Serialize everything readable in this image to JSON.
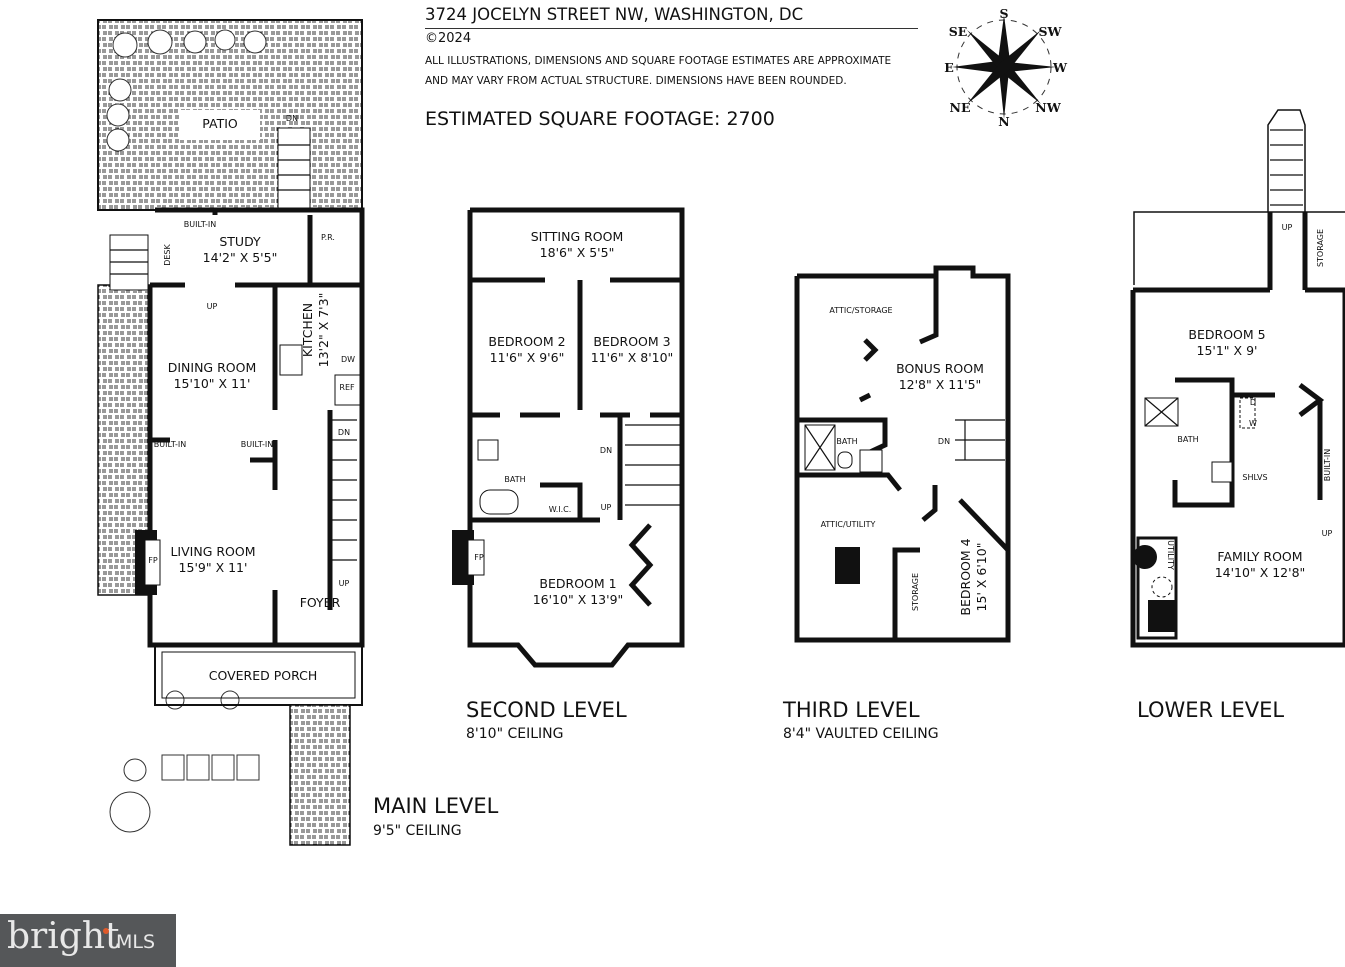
{
  "header": {
    "address": "3724 JOCELYN STREET NW, WASHINGTON, DC",
    "copyright": "©2024",
    "disclaimer_line1": "ALL ILLUSTRATIONS, DIMENSIONS AND SQUARE FOOTAGE ESTIMATES ARE APPROXIMATE",
    "disclaimer_line2": "AND MAY VARY FROM ACTUAL STRUCTURE. DIMENSIONS HAVE BEEN ROUNDED.",
    "square_footage": "ESTIMATED SQUARE FOOTAGE: 2700"
  },
  "compass": {
    "s": "S",
    "sw": "SW",
    "w": "W",
    "nw": "NW",
    "n": "N",
    "ne": "NE",
    "e": "E",
    "se": "SE"
  },
  "main_level": {
    "title": "MAIN LEVEL",
    "ceiling": "9'5\" CEILING",
    "patio": "PATIO",
    "study": "STUDY",
    "study_dim": "14'2\" X 5'5\"",
    "built_in": "BUILT-IN",
    "desk": "DESK",
    "pr": "P.R.",
    "dining": "DINING ROOM",
    "dining_dim": "15'10\" X 11'",
    "kitchen": "KITCHEN",
    "kitchen_dim": "13'2\" X 7'3\"",
    "dw": "DW",
    "ref": "REF",
    "living": "LIVING ROOM",
    "living_dim": "15'9\" X 11'",
    "fp": "FP",
    "foyer": "FOYER",
    "porch": "COVERED PORCH",
    "up": "UP",
    "dn": "DN"
  },
  "second_level": {
    "title": "SECOND LEVEL",
    "ceiling": "8'10\" CEILING",
    "sitting": "SITTING ROOM",
    "sitting_dim": "18'6\" X 5'5\"",
    "bed2": "BEDROOM 2",
    "bed2_dim": "11'6\" X 9'6\"",
    "bed3": "BEDROOM 3",
    "bed3_dim": "11'6\" X 8'10\"",
    "bath": "BATH",
    "wic": "W.I.C.",
    "bed1": "BEDROOM 1",
    "bed1_dim": "16'10\" X 13'9\"",
    "fp": "FP",
    "up": "UP",
    "dn": "DN"
  },
  "third_level": {
    "title": "THIRD LEVEL",
    "ceiling": "8'4\" VAULTED CEILING",
    "attic_storage": "ATTIC/STORAGE",
    "bonus": "BONUS ROOM",
    "bonus_dim": "12'8\" X 11'5\"",
    "bath": "BATH",
    "attic_utility": "ATTIC/UTILITY",
    "storage": "STORAGE",
    "bed4": "BEDROOM 4",
    "bed4_dim": "15' X 6'10\"",
    "dn": "DN"
  },
  "lower_level": {
    "title": "LOWER LEVEL",
    "storage": "STORAGE",
    "bed5": "BEDROOM 5",
    "bed5_dim": "15'1\" X 9'",
    "bath": "BATH",
    "d": "D",
    "w": "W",
    "shlvs": "SHLVS",
    "built_in": "BUILT-IN",
    "utility": "UTILITY",
    "family": "FAMILY ROOM",
    "family_dim": "14'10\" X 12'8\"",
    "up": "UP"
  },
  "logo": {
    "brand": "bright",
    "suffix": "MLS"
  }
}
